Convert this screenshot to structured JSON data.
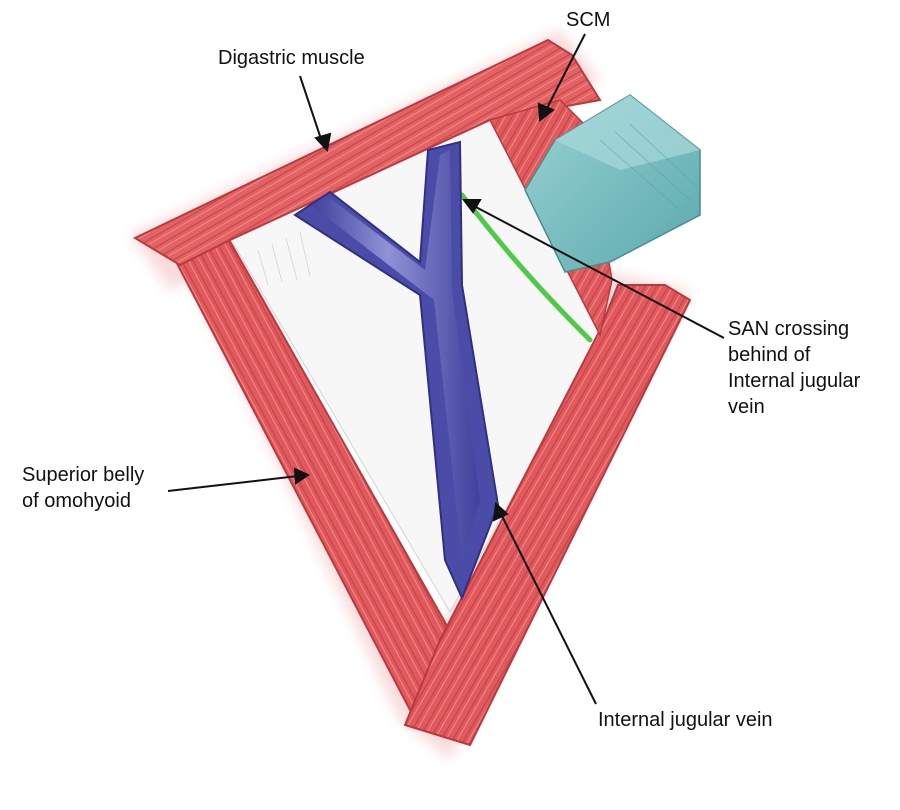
{
  "labels": {
    "digastric": "Digastric muscle",
    "scm": "SCM",
    "san": [
      "SAN crossing",
      "behind of",
      "Internal jugular",
      "vein"
    ],
    "omohyoid": [
      "Superior belly",
      "of omohyoid"
    ],
    "ijv": "Internal jugular vein"
  },
  "colors": {
    "muscle": "#e0585a",
    "muscle_dark": "#b93a3e",
    "vein": "#5456b0",
    "vein_highlight": "#a7a9e6",
    "nerve": "#4fc94a",
    "scm": "#7cc3c4",
    "triangle_floor": "#f6f6f6"
  }
}
